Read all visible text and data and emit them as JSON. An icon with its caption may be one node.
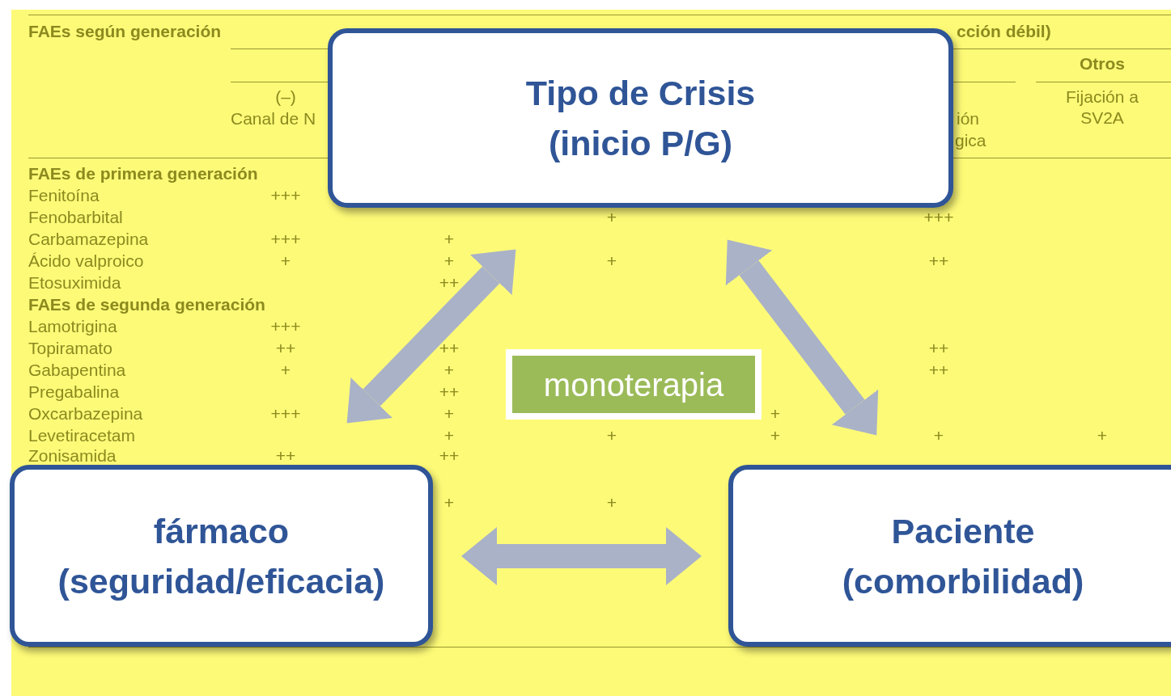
{
  "diagram": {
    "nodes": [
      {
        "text": [
          "Tipo de Crisis",
          "(inicio P/G)"
        ]
      },
      {
        "text": [
          "fármaco",
          "(seguridad/eficacia)"
        ]
      },
      {
        "text": [
          "Paciente",
          "(comorbilidad)"
        ]
      },
      {
        "text": [
          "monoterapia"
        ]
      }
    ],
    "edges": [
      {
        "from": 1,
        "to": 0,
        "arrow": "both"
      },
      {
        "from": 0,
        "to": 2,
        "arrow": "both"
      },
      {
        "from": 1,
        "to": 2,
        "arrow": "both"
      }
    ],
    "labels": [
      "FAEs según generación",
      "cción débil)",
      "Otros",
      "(–)",
      "Fijación a SV2A",
      "Canal de N",
      "ión",
      "gica",
      "FAEs de primera generación",
      "Fenitoína",
      "+++",
      "Fenobarbital",
      "+",
      "+++",
      "Carbamazepina",
      "+++",
      "+",
      "Ácido valproico",
      "+",
      "+",
      "+",
      "++",
      "Etosuximida",
      "++",
      "FAEs de segunda generación",
      "Lamotrigina",
      "+++",
      "Topiramato",
      "++",
      "++",
      "++",
      "Gabapentina",
      "+",
      "+",
      "++",
      "Pregabalina",
      "++",
      "Oxcarbazepina",
      "+++",
      "+",
      "+",
      "Levetiracetam",
      "+",
      "+",
      "+",
      "+",
      "+",
      "Zonisamida",
      "++",
      "++",
      "+",
      "+"
    ]
  }
}
